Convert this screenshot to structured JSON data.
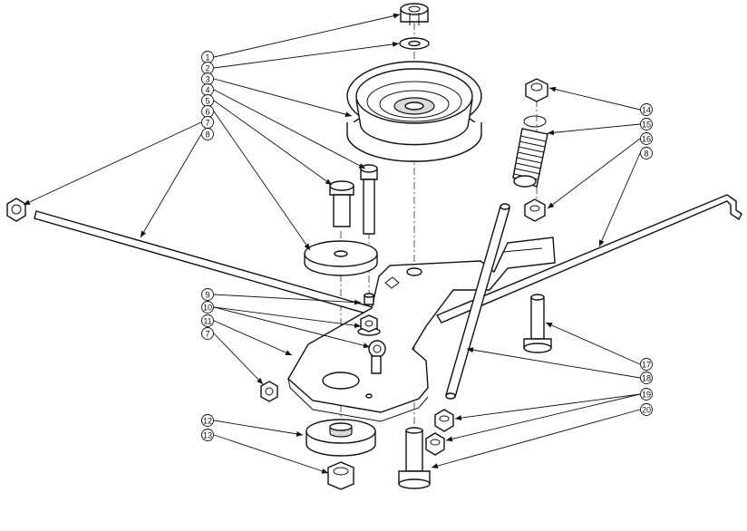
{
  "callouts": {
    "c1": "1",
    "c2": "2",
    "c3": "3",
    "c4": "4",
    "c5": "5",
    "c6": "6",
    "c7": "7",
    "c8": "8",
    "c9": "9",
    "c10": "10",
    "c11": "11",
    "c12": "12",
    "c13": "13",
    "c14": "14",
    "c15": "15",
    "c16": "16",
    "c8r": "8",
    "c17": "17",
    "c18": "18",
    "c19": "19",
    "c20": "20"
  }
}
